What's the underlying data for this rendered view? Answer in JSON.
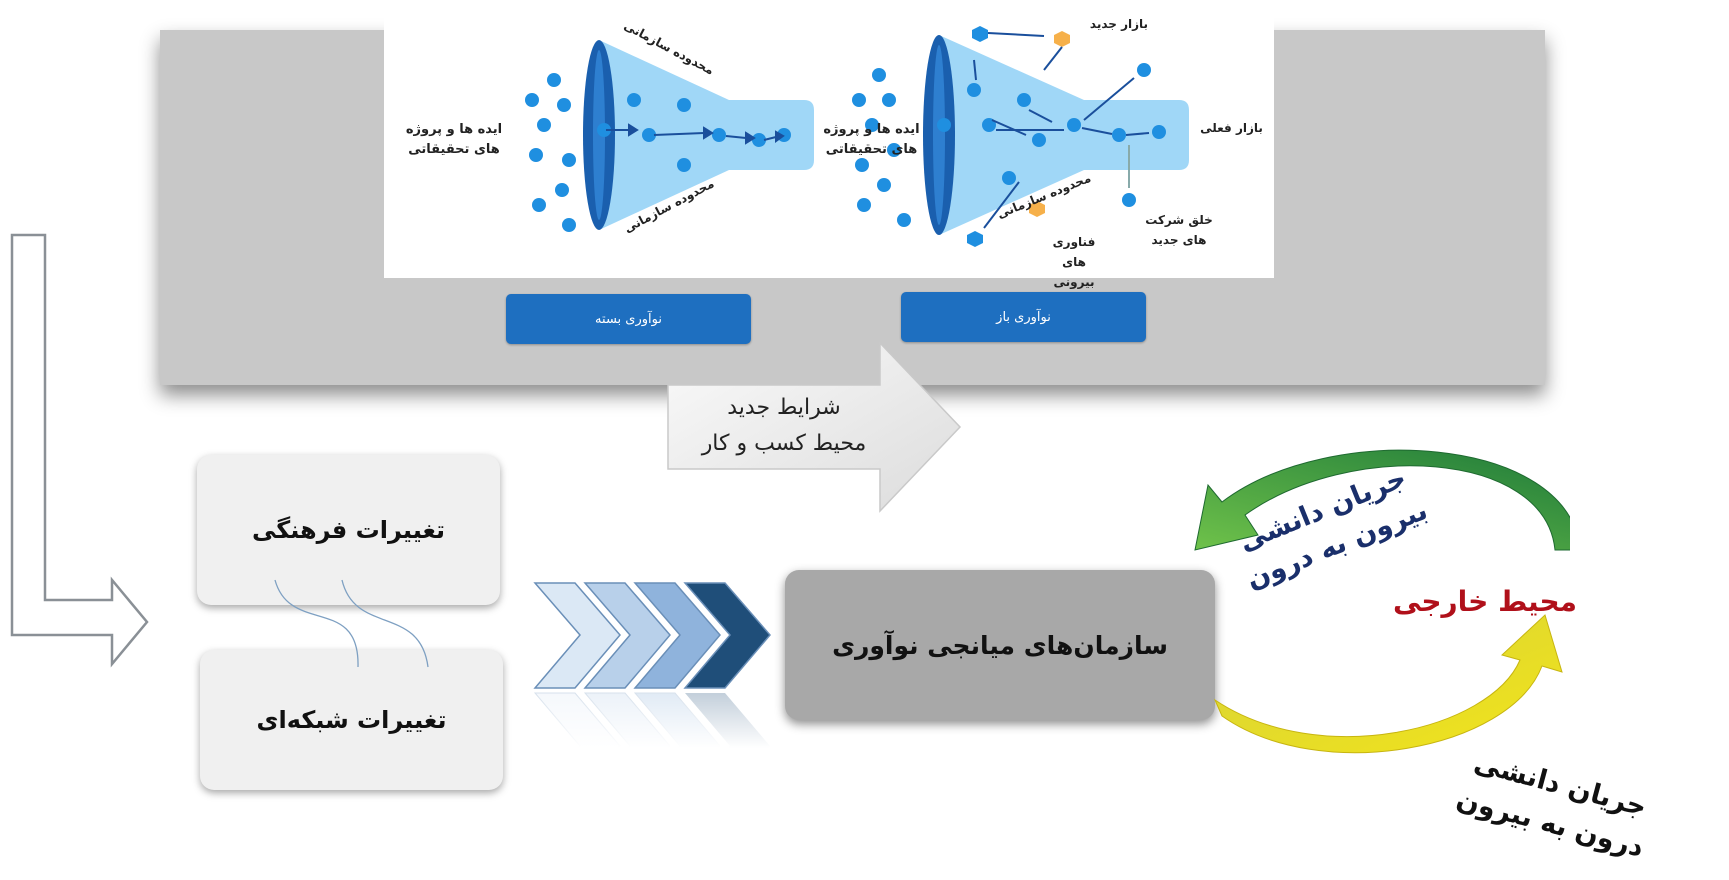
{
  "funnel_figure": {
    "closed": {
      "label_left": "ایده ها و پروژه های تحقیقاتی",
      "boundary_top": "محدوده سازمانی",
      "boundary_bottom": "محدوده سازمانی",
      "button_label": "نوآوری بسته"
    },
    "open": {
      "label_left": "ایده ها و پروژه های تحقیقاتی",
      "new_market": "بازار جدید",
      "current_market": "بازار فعلی",
      "boundary": "محدوده سازمانی",
      "new_companies": "خلق شرکت های جدید",
      "external_tech": "فناوری های بیرونی",
      "button_label": "نوآوری باز"
    }
  },
  "big_arrow": {
    "line1": "شرایط جدید",
    "line2": "محیط کسب و کار"
  },
  "boxes": {
    "cultural": "تغییرات فرهنگی",
    "network": "تغییرات شبکه‌ای",
    "intermediaries": "سازمان‌های میانجی نوآوری"
  },
  "cycle": {
    "external": "محیط خارجی",
    "outside_in_line1": "جریان دانشی",
    "outside_in_line2": "بیرون به درون",
    "inside_out_line1": "جریان دانشی",
    "inside_out_line2": "درون به بیرون"
  },
  "colors": {
    "panel": "#c8c8c8",
    "button_blue": "#1e6fc0",
    "funnel_blue": "#74c3f2",
    "dark_blue": "#1a3d6b",
    "external_red": "#b0101a",
    "arrow_green": "#2f9a3a",
    "arrow_yellow": "#e3d820",
    "chevron_dark": "#1f4e79",
    "chevron_light": "#c9dcf0"
  }
}
